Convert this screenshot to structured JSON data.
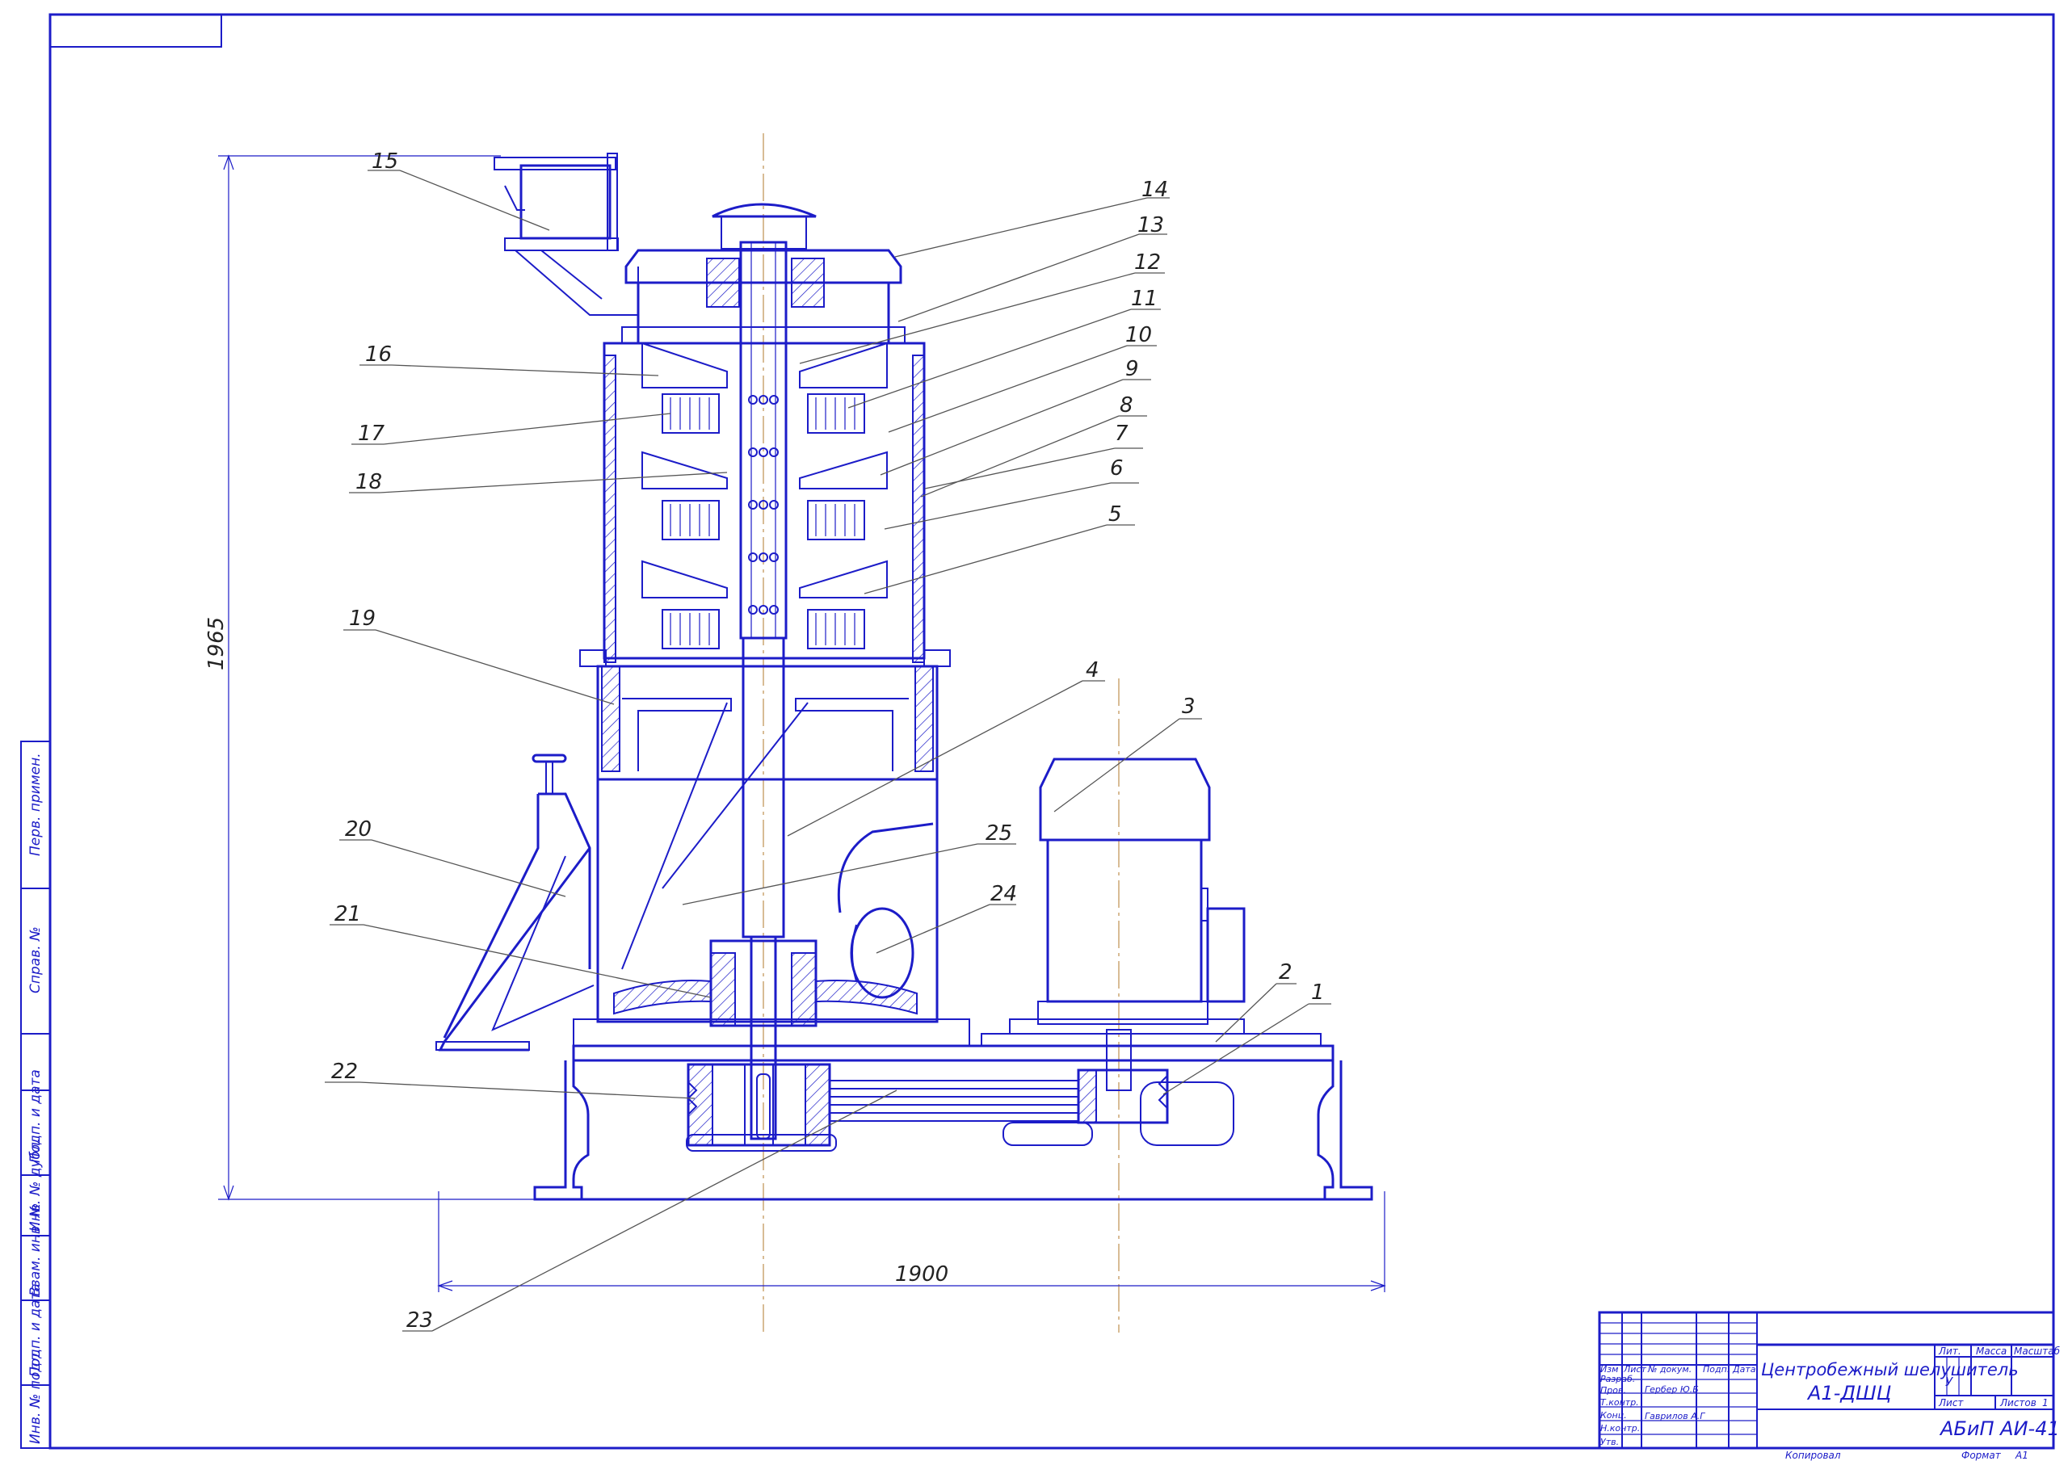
{
  "drawing": {
    "title_line1": "Центробежный шелушитель",
    "title_line2": "А1-ДШЦ",
    "code": "АБиП АИ-41",
    "format_label": "Формат",
    "format_value": "А1",
    "copied_label": "Копировал",
    "sheet_label": "Лист",
    "sheets_label": "Листов",
    "sheets_value": "1",
    "lit_label": "Лит.",
    "mass_label": "Масса",
    "scale_label": "Масштаб",
    "lit_value": "У"
  },
  "title_block": {
    "headers": [
      "Изм",
      "Лист",
      "№ докум.",
      "Подп.",
      "Дата"
    ],
    "roles": [
      "Разраб.",
      "Пров.",
      "Т.контр.",
      "Конц.",
      "Н.контр.",
      "Утв."
    ],
    "names": [
      "Гербер Ю.Б",
      "Гаврилов А.Г"
    ]
  },
  "side_stamp": {
    "labels": [
      "Перв. примен.",
      "Справ. №",
      "Подп. и дата",
      "Инв. № дубл.",
      "Взам. инв. №",
      "Подп. и дата",
      "Инв. № подл."
    ]
  },
  "dimensions": {
    "height": "1965",
    "width": "1900"
  },
  "callouts": [
    "1",
    "2",
    "3",
    "4",
    "5",
    "6",
    "7",
    "8",
    "9",
    "10",
    "11",
    "12",
    "13",
    "14",
    "15",
    "16",
    "17",
    "18",
    "19",
    "20",
    "21",
    "22",
    "23",
    "24",
    "25"
  ],
  "colors": {
    "line": "#1c1cc8",
    "axis": "#c8a068",
    "leader": "#555555"
  }
}
